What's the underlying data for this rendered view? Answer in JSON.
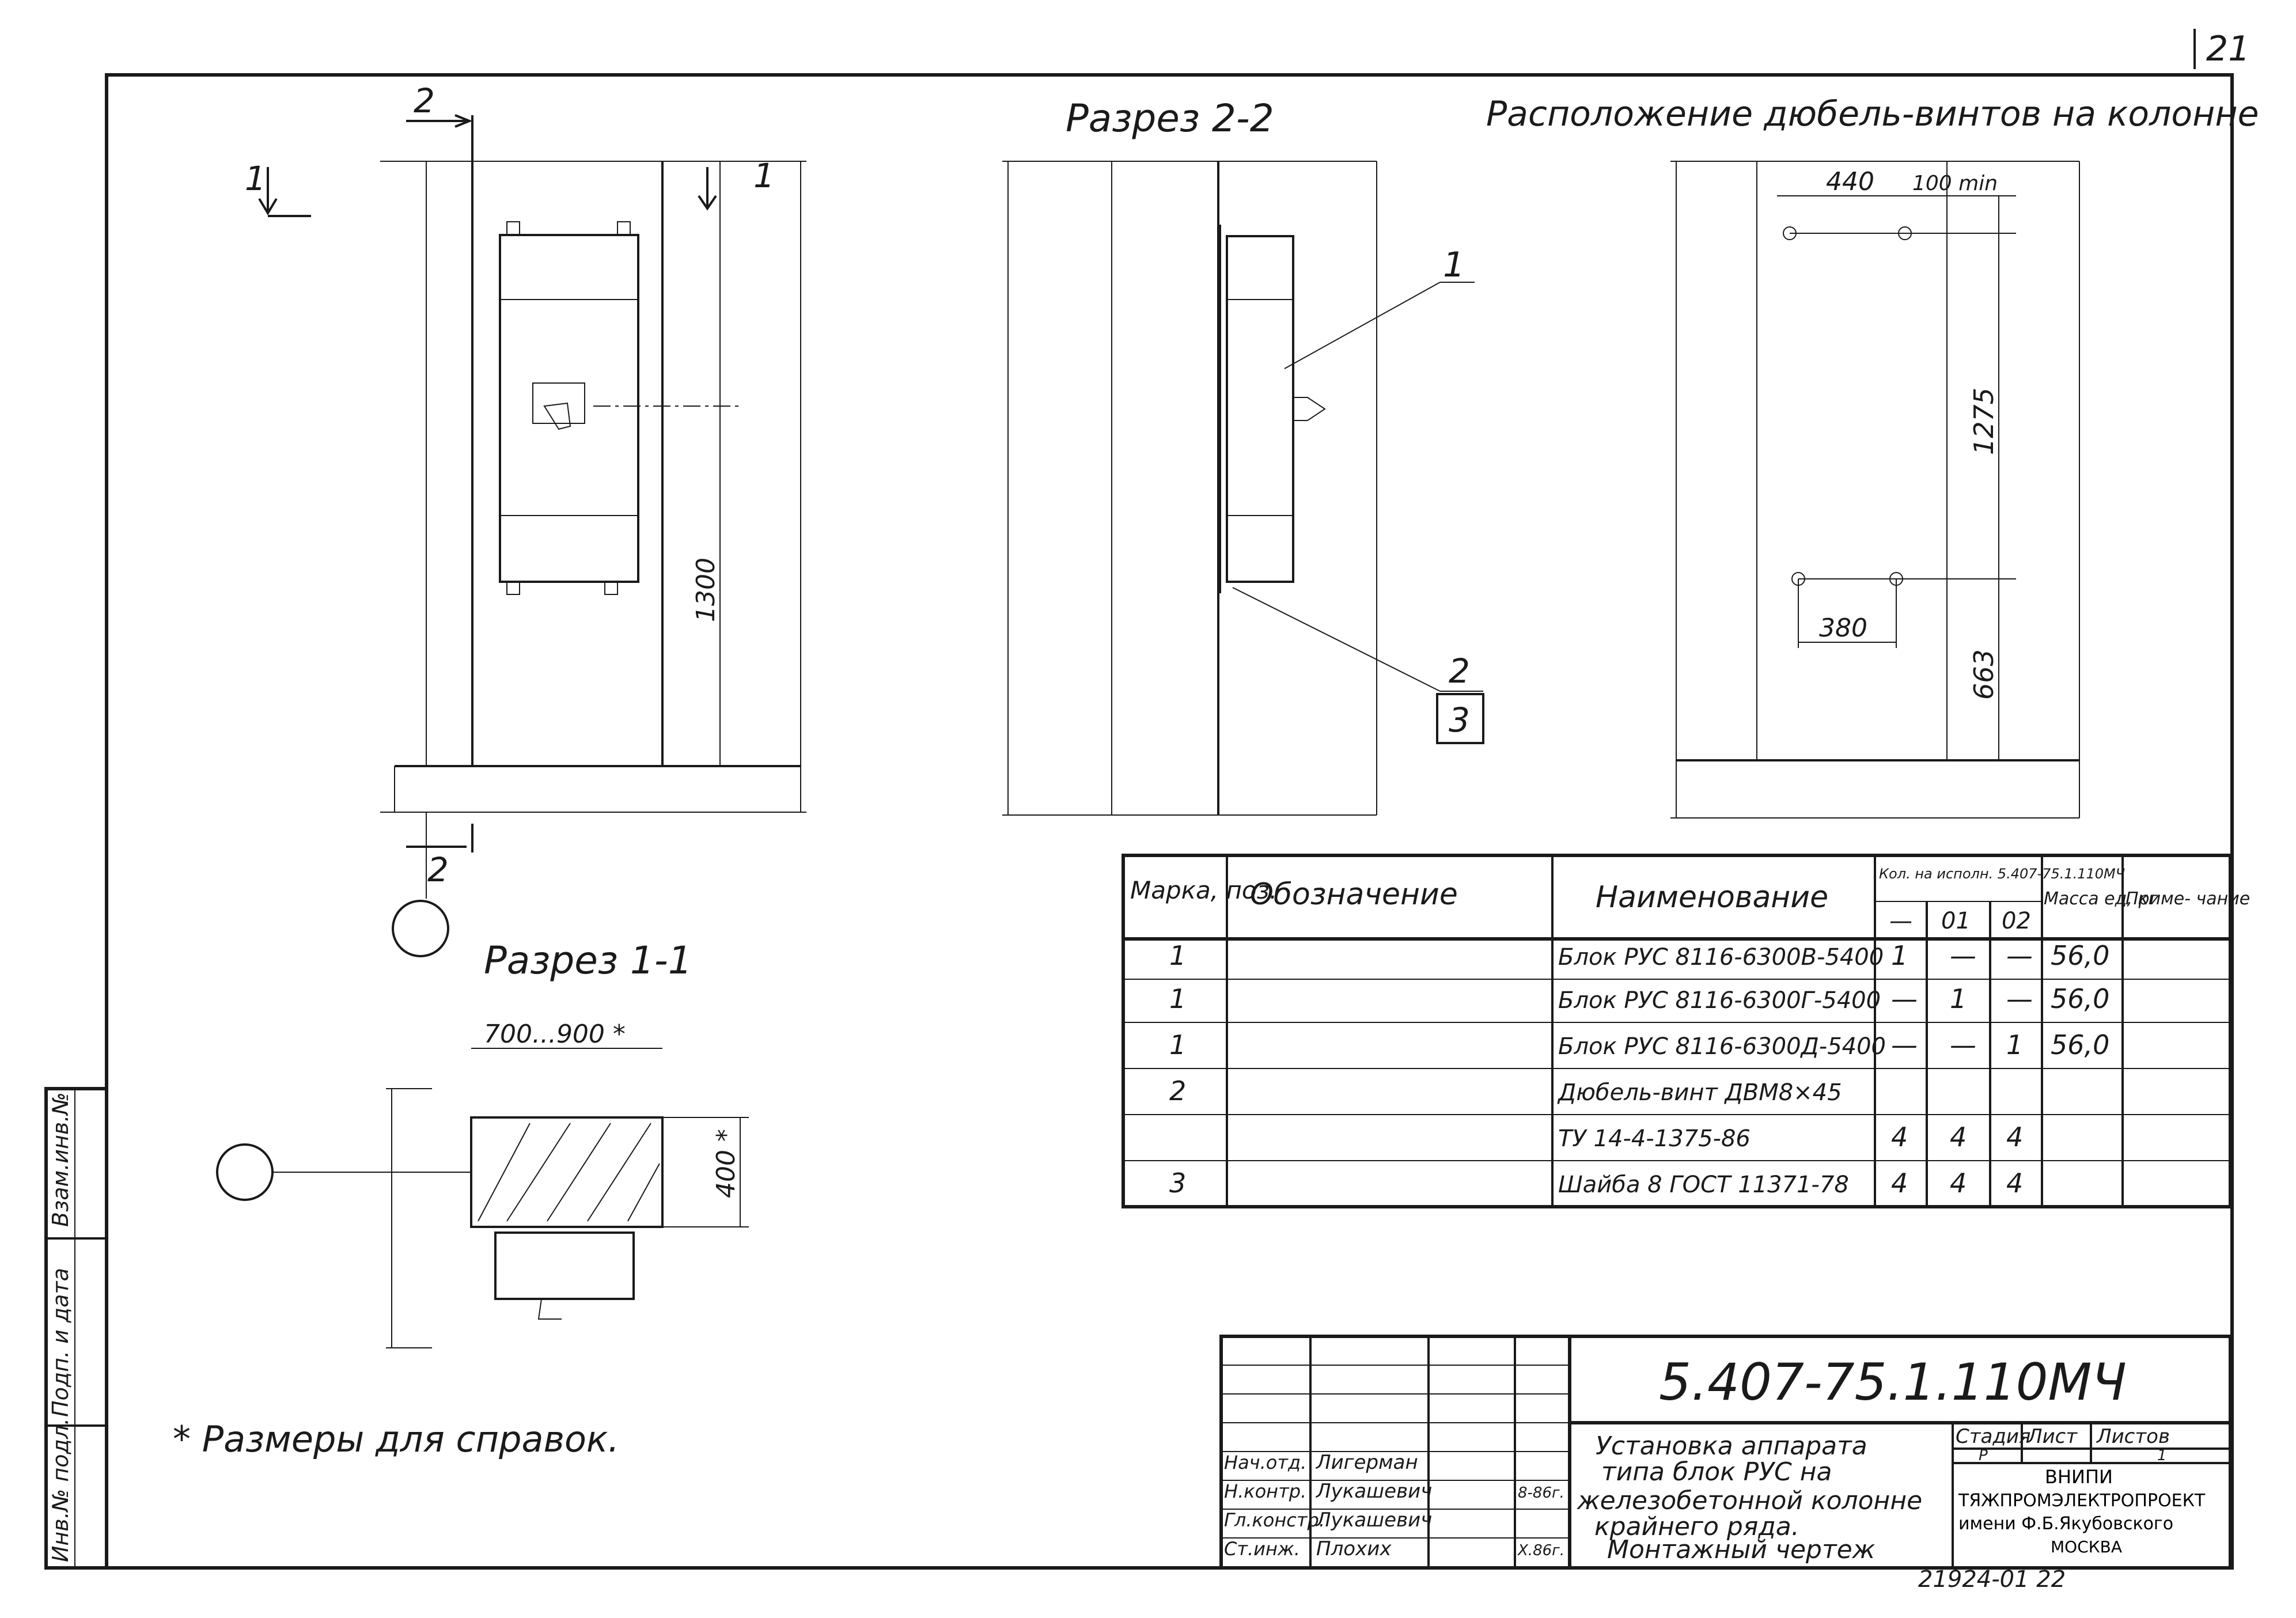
{
  "sheet": {
    "page_number": "21",
    "sheet_code_bottom": "21924-01  22"
  },
  "views": {
    "section_2_2_title": "Разрез 2-2",
    "dowel_layout_title": "Расположение дюбель-винтов на колонне",
    "section_1_1_title": "Разрез 1-1",
    "cut_mark_2": "2",
    "cut_mark_1": "1",
    "dim_1300": "1300",
    "dim_440": "440",
    "dim_100min": "100 min",
    "dim_1275": "1275",
    "dim_380": "380",
    "dim_663": "663",
    "dim_700_900": "700...900 *",
    "dim_400": "400 *",
    "leader_1": "1",
    "leader_2": "2",
    "leader_3": "3"
  },
  "note": "* Размеры для справок.",
  "spec_table": {
    "headers": {
      "mark": "Марка, поз.",
      "designation": "Обозначение",
      "name": "Наименование",
      "qty_group": "Кол. на исполн. 5.407-75.1.110МЧ",
      "qty_cols": [
        "—",
        "01",
        "02"
      ],
      "mass": "Масса ед, кг",
      "note": "Приме- чание"
    },
    "rows": [
      {
        "mark": "1",
        "designation": "",
        "name": "Блок РУС 8116-6300В-5400",
        "q0": "1",
        "q1": "—",
        "q2": "—",
        "mass": "56,0",
        "note": ""
      },
      {
        "mark": "1",
        "designation": "",
        "name": "Блок РУС 8116-6300Г-5400",
        "q0": "—",
        "q1": "1",
        "q2": "—",
        "mass": "56,0",
        "note": ""
      },
      {
        "mark": "1",
        "designation": "",
        "name": "Блок РУС 8116-6300Д-5400",
        "q0": "—",
        "q1": "—",
        "q2": "1",
        "mass": "56,0",
        "note": ""
      },
      {
        "mark": "2",
        "designation": "",
        "name": "Дюбель-винт ДВМ8×45",
        "q0": "",
        "q1": "",
        "q2": "",
        "mass": "",
        "note": ""
      },
      {
        "mark": "",
        "designation": "",
        "name": "ТУ 14-4-1375-86",
        "q0": "4",
        "q1": "4",
        "q2": "4",
        "mass": "",
        "note": ""
      },
      {
        "mark": "3",
        "designation": "",
        "name": "Шайба 8 ГОСТ 11371-78",
        "q0": "4",
        "q1": "4",
        "q2": "4",
        "mass": "",
        "note": ""
      }
    ]
  },
  "title_block": {
    "doc_code": "5.407-75.1.110МЧ",
    "title_lines": [
      "Установка аппарата",
      "типа блок РУС на",
      "железобетонной колонне",
      "крайнего ряда.",
      "Монтажный чертеж"
    ],
    "stage_label": "Стадия",
    "sheet_label": "Лист",
    "sheets_label": "Листов",
    "stage_value": "Р",
    "sheets_value": "1",
    "org_lines": [
      "ВНИПИ",
      "ТЯЖПРОМЭЛЕКТРОПРОЕКТ",
      "имени Ф.Б.Якубовского",
      "МОСКВА"
    ],
    "signers": [
      {
        "role": "Нач.отд.",
        "name": "Лигерман",
        "date": ""
      },
      {
        "role": "Н.контр.",
        "name": "Лукашевич",
        "date": "8-86г."
      },
      {
        "role": "Гл.констр.",
        "name": "Лукашевич",
        "date": ""
      },
      {
        "role": "Ст.инж.",
        "name": "Плохих",
        "date": "X.86г."
      }
    ]
  },
  "side_stamp": {
    "cells": [
      "Взам.инв.№",
      "Подп. и дата",
      "Инв.№ подл."
    ]
  }
}
